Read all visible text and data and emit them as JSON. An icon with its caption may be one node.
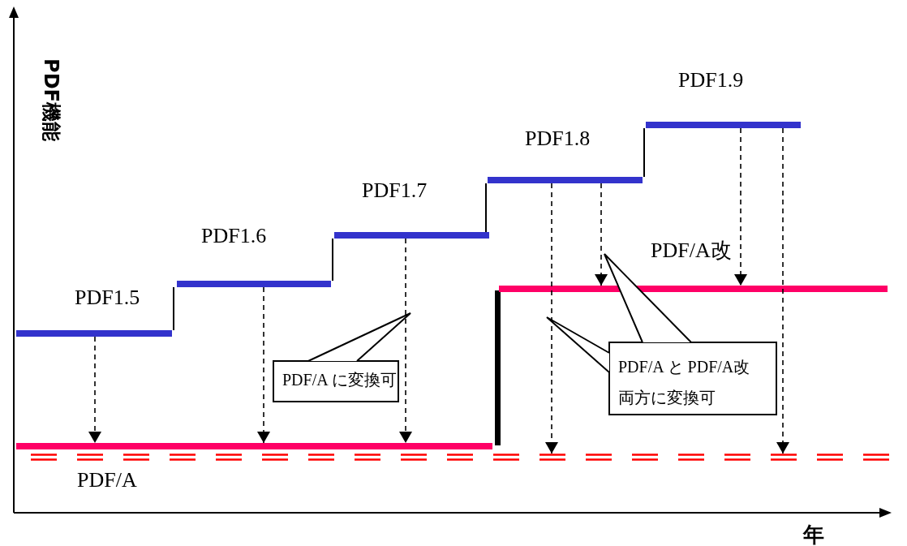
{
  "diagram": {
    "nodes": [
      {
        "text": [
          "PDF1.5"
        ]
      },
      {
        "text": [
          "PDF1.6"
        ]
      },
      {
        "text": [
          "PDF1.7"
        ]
      },
      {
        "text": [
          "PDF1.8"
        ]
      },
      {
        "text": [
          "PDF1.9"
        ]
      },
      {
        "text": [
          "PDF/A"
        ]
      },
      {
        "text": [
          "PDF/A改"
        ]
      },
      {
        "text": [],
        "shape": "bar"
      },
      {
        "text": [
          "PDF/A に変換可"
        ]
      },
      {
        "text": [
          "PDF/A と PDF/A改",
          "両方に変換可"
        ]
      }
    ],
    "edges": [
      {
        "from": 0,
        "to": 5,
        "arrow": "to",
        "style": "dashed"
      },
      {
        "from": 1,
        "to": 5,
        "arrow": "to",
        "style": "dashed"
      },
      {
        "from": 2,
        "to": 5,
        "arrow": "to",
        "style": "dashed"
      },
      {
        "from": 3,
        "to": 7,
        "arrow": "to",
        "style": "dashed"
      },
      {
        "from": 3,
        "to": 6,
        "arrow": "to",
        "style": "dashed"
      },
      {
        "from": 4,
        "to": 6,
        "arrow": "to",
        "style": "dashed"
      },
      {
        "from": 4,
        "to": 7,
        "arrow": "to",
        "style": "dashed"
      },
      {
        "from": 0,
        "to": 1,
        "arrow": "none"
      },
      {
        "from": 1,
        "to": 2,
        "arrow": "none"
      },
      {
        "from": 2,
        "to": 3,
        "arrow": "none"
      },
      {
        "from": 3,
        "to": 4,
        "arrow": "none"
      }
    ],
    "labels": [
      "PDF機能",
      "年"
    ]
  }
}
